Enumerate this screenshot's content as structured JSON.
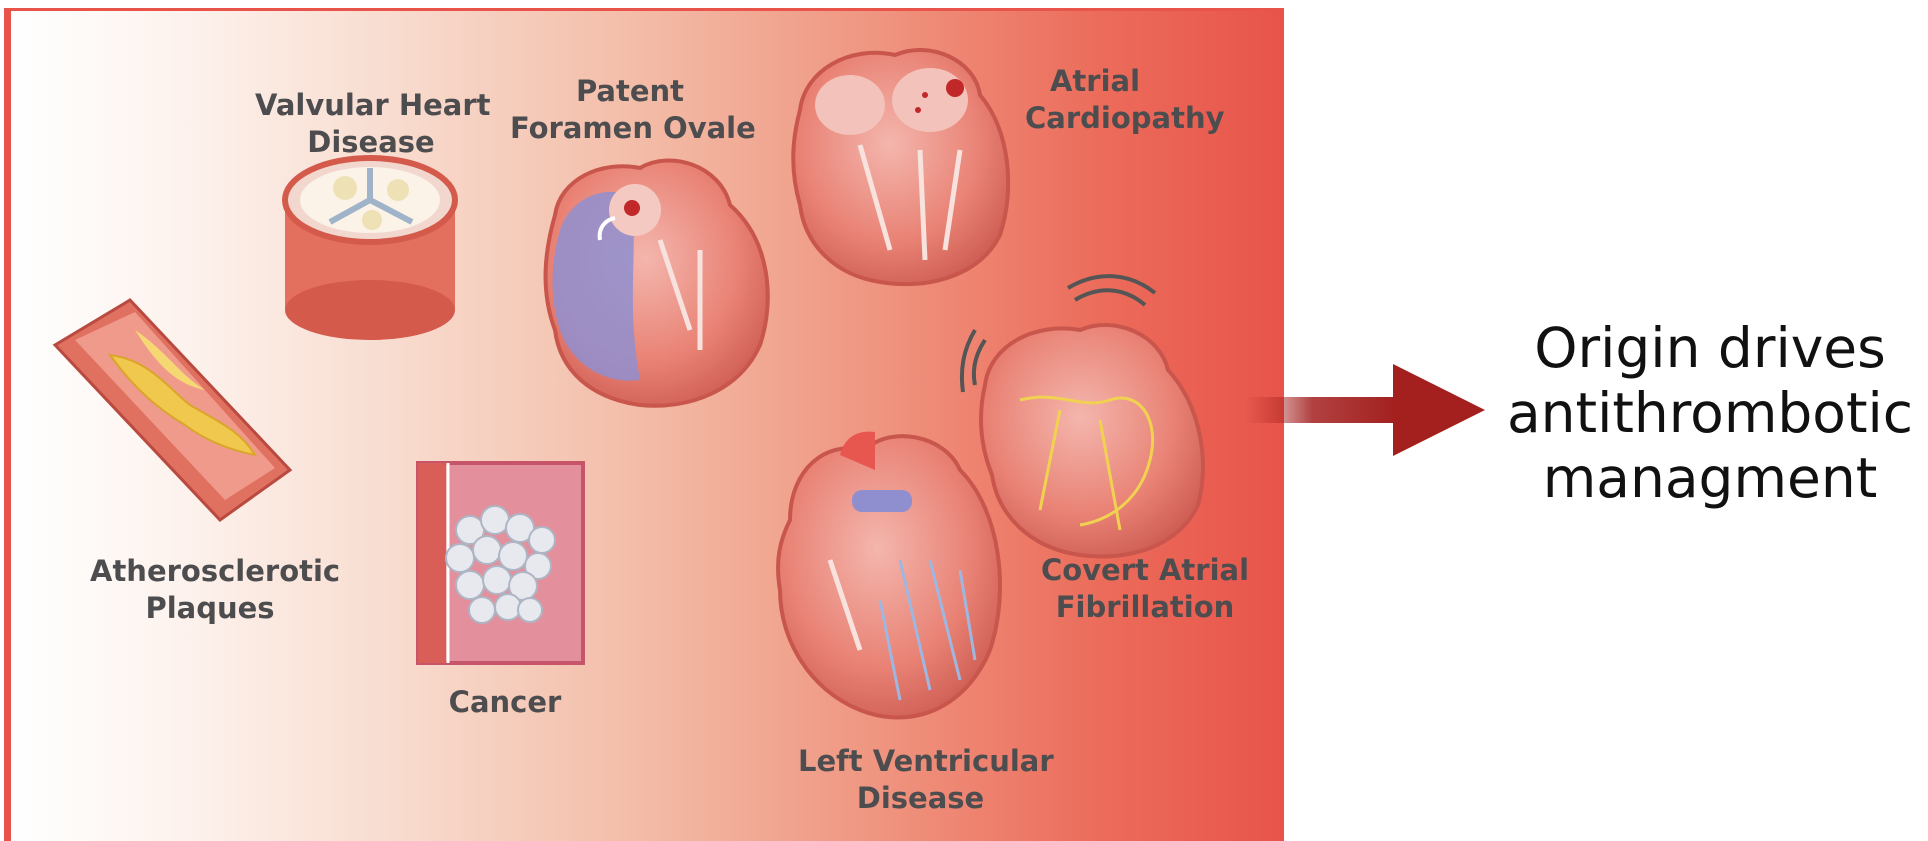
{
  "labels": {
    "valvular": [
      "Valvular Heart",
      "Disease"
    ],
    "pfo": [
      "Patent",
      "Foramen Ovale"
    ],
    "atrial_cardiopathy": [
      "Atrial",
      "Cardiopathy"
    ],
    "atherosclerotic": [
      "Atherosclerotic",
      "Plaques"
    ],
    "cancer": [
      "Cancer"
    ],
    "covert_af": [
      "Covert Atrial",
      "Fibrillation"
    ],
    "lv_disease": [
      "Left Ventricular",
      "Disease"
    ]
  },
  "conclusion": [
    "Origin drives",
    "antithrombotic",
    "managment"
  ],
  "colors": {
    "panel_edge": "#e8544a",
    "arrow": "#a3201f",
    "label_text": "#4d4d4f",
    "conclusion_text": "#111111"
  },
  "icons": [
    "valve-icon",
    "pfo-heart-icon",
    "atrial-heart-icon",
    "artery-plaque-icon",
    "cancer-tissue-icon",
    "covert-af-heart-icon",
    "lv-heart-icon",
    "right-arrow-icon"
  ]
}
